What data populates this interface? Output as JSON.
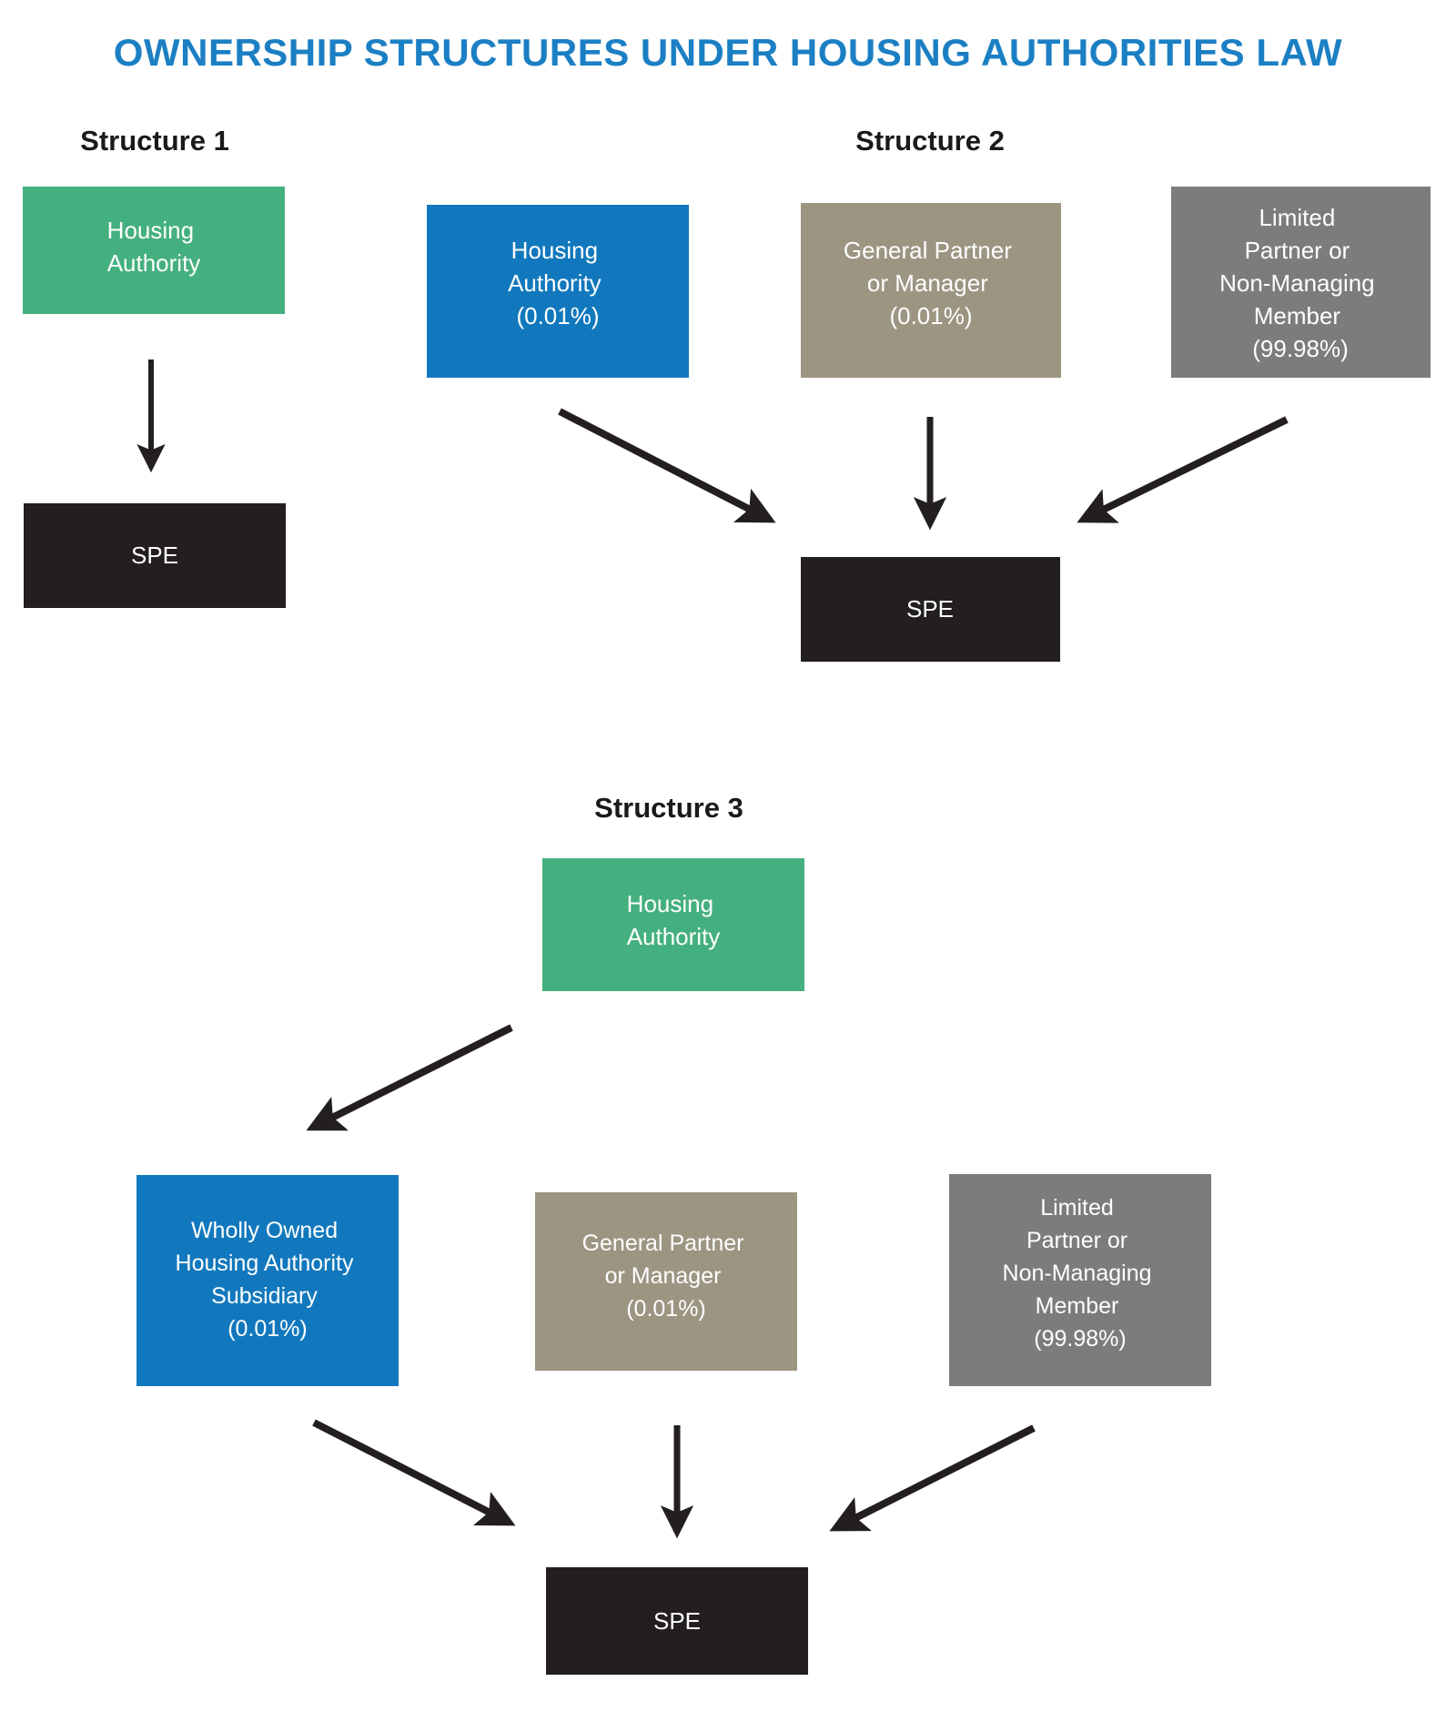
{
  "page": {
    "title": "OWNERSHIP STRUCTURES UNDER HOUSING AUTHORITIES LAW",
    "background_color": "#ffffff"
  },
  "colors": {
    "title_blue": "#1b7fc4",
    "green": "#45b07f",
    "blue": "#1278bd",
    "beige": "#9c9582",
    "gray": "#7b7c7e",
    "black": "#231f20",
    "arrow": "#231f20",
    "label_black": "#1a1a1a",
    "box_text": "#ffffff"
  },
  "structures": [
    {
      "id": "structure-1",
      "label": "Structure 1",
      "nodes": [
        {
          "id": "s1-housing-authority",
          "name": "housing-authority-box",
          "color_key": "green",
          "lines": [
            "Housing",
            "Authority"
          ]
        },
        {
          "id": "s1-spe",
          "name": "spe-box",
          "color_key": "black",
          "lines": [
            "SPE"
          ]
        }
      ],
      "arrows": [
        {
          "id": "s1-arrow-ha-to-spe",
          "from": "s1-housing-authority",
          "to": "s1-spe",
          "direction": "down"
        }
      ]
    },
    {
      "id": "structure-2",
      "label": "Structure 2",
      "nodes": [
        {
          "id": "s2-housing-authority",
          "name": "housing-authority-box",
          "color_key": "blue",
          "lines": [
            "Housing",
            "Authority",
            "(0.01%)"
          ]
        },
        {
          "id": "s2-general-partner",
          "name": "general-partner-box",
          "color_key": "beige",
          "lines": [
            "General Partner",
            "or Manager",
            "(0.01%)"
          ]
        },
        {
          "id": "s2-limited-partner",
          "name": "limited-partner-box",
          "color_key": "gray",
          "lines": [
            "Limited",
            "Partner or",
            "Non-Managing",
            "Member",
            "(99.98%)"
          ]
        },
        {
          "id": "s2-spe",
          "name": "spe-box",
          "color_key": "black",
          "lines": [
            "SPE"
          ]
        }
      ],
      "arrows": [
        {
          "id": "s2-arrow-ha-to-spe",
          "from": "s2-housing-authority",
          "to": "s2-spe",
          "direction": "diagonal-down-right"
        },
        {
          "id": "s2-arrow-gp-to-spe",
          "from": "s2-general-partner",
          "to": "s2-spe",
          "direction": "down"
        },
        {
          "id": "s2-arrow-lp-to-spe",
          "from": "s2-limited-partner",
          "to": "s2-spe",
          "direction": "diagonal-down-left"
        }
      ]
    },
    {
      "id": "structure-3",
      "label": "Structure 3",
      "nodes": [
        {
          "id": "s3-housing-authority",
          "name": "housing-authority-box",
          "color_key": "green",
          "lines": [
            "Housing",
            "Authority"
          ]
        },
        {
          "id": "s3-subsidiary",
          "name": "wholly-owned-subsidiary-box",
          "color_key": "blue",
          "lines": [
            "Wholly Owned",
            "Housing Authority",
            "Subsidiary",
            "(0.01%)"
          ]
        },
        {
          "id": "s3-general-partner",
          "name": "general-partner-box",
          "color_key": "beige",
          "lines": [
            "General Partner",
            "or Manager",
            "(0.01%)"
          ]
        },
        {
          "id": "s3-limited-partner",
          "name": "limited-partner-box",
          "color_key": "gray",
          "lines": [
            "Limited",
            "Partner or",
            "Non-Managing",
            "Member",
            "(99.98%)"
          ]
        },
        {
          "id": "s3-spe",
          "name": "spe-box",
          "color_key": "black",
          "lines": [
            "SPE"
          ]
        }
      ],
      "arrows": [
        {
          "id": "s3-arrow-ha-to-sub",
          "from": "s3-housing-authority",
          "to": "s3-subsidiary",
          "direction": "diagonal-down-left"
        },
        {
          "id": "s3-arrow-sub-to-spe",
          "from": "s3-subsidiary",
          "to": "s3-spe",
          "direction": "diagonal-down-right"
        },
        {
          "id": "s3-arrow-gp-to-spe",
          "from": "s3-general-partner",
          "to": "s3-spe",
          "direction": "down"
        },
        {
          "id": "s3-arrow-lp-to-spe",
          "from": "s3-limited-partner",
          "to": "s3-spe",
          "direction": "diagonal-down-left"
        }
      ]
    }
  ],
  "text": {
    "t_structure1": "Structure 1",
    "t_structure2": "Structure 2",
    "t_structure3": "Structure 3",
    "t_housing": "Housing",
    "t_authority": "Authority",
    "t_authority_pct": "(0.01%)",
    "t_general_partner": "General Partner",
    "t_or_manager": "or Manager",
    "t_gp_pct": "(0.01%)",
    "t_limited": "Limited",
    "t_partner_or": "Partner or",
    "t_non_managing": "Non-Managing",
    "t_member": "Member",
    "t_lp_pct": "(99.98%)",
    "t_spe": "SPE",
    "t_wholly_owned": "Wholly Owned",
    "t_housing_authority": "Housing Authority",
    "t_subsidiary": "Subsidiary",
    "t_sub_pct": "(0.01%)"
  }
}
